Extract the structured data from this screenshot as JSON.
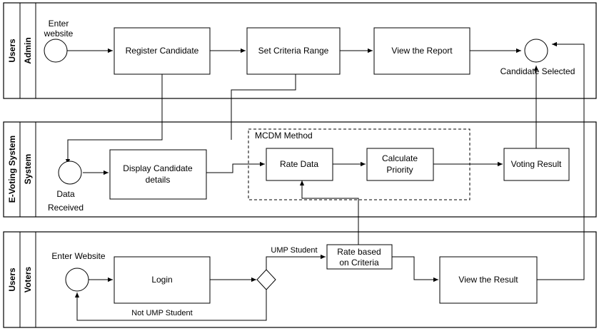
{
  "lanes": {
    "admin": {
      "group": "Users",
      "name": "Admin"
    },
    "system": {
      "group": "E-Voting System",
      "name": "System"
    },
    "voters": {
      "group": "Users",
      "name": "Voters"
    }
  },
  "admin": {
    "start_label_1": "Enter",
    "start_label_2": "website",
    "register": "Register  Candidate",
    "set_criteria": "Set Criteria Range",
    "view_report": "View the Report",
    "end_label": "Candidate Selected"
  },
  "system": {
    "data_received_1": "Data",
    "data_received_2": "Received",
    "display_1": "Display Candidate",
    "display_2": "details",
    "mcdm": "MCDM Method",
    "rate_data": "Rate Data",
    "calc_1": "Calculate",
    "calc_2": "Priority",
    "voting_result": "Voting Result"
  },
  "voters": {
    "start_label": "Enter Website",
    "login": "Login",
    "ump": "UMP Student",
    "not_ump": "Not UMP Student",
    "rate_1": "Rate based",
    "rate_2": "on Criteria",
    "view_result": "View the Result"
  }
}
